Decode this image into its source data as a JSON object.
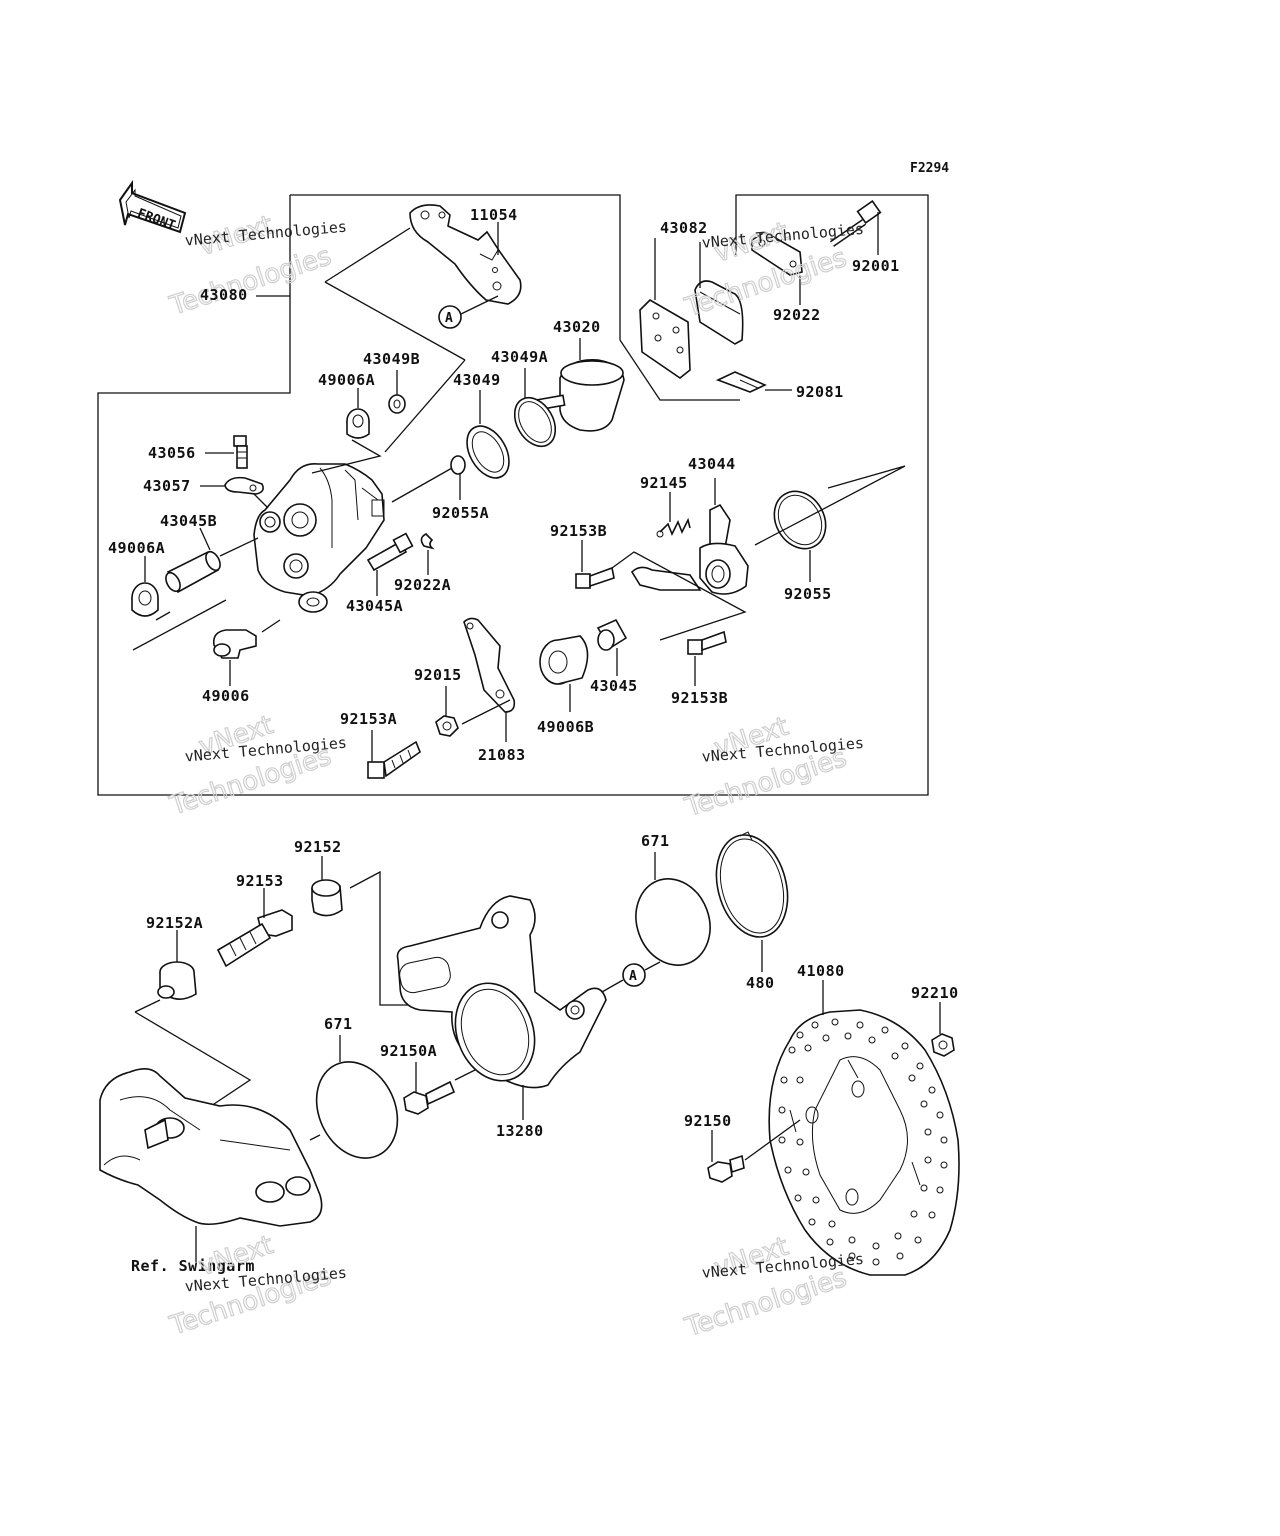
{
  "figure_code": "F2294",
  "front_label": "FRONT",
  "ref_label": "Ref. Swingarm",
  "watermark": {
    "line1": "vNext Technologies",
    "line2": "vNext",
    "line3": "Technologies"
  },
  "callouts": {
    "c11054": "11054",
    "c43080": "43080",
    "c43082": "43082",
    "c92001": "92001",
    "c92022": "92022",
    "c43020": "43020",
    "c92081": "92081",
    "c43049B": "43049B",
    "c49006A_top": "49006A",
    "c43049A": "43049A",
    "c43049": "43049",
    "c43056": "43056",
    "c43057": "43057",
    "c92055A": "92055A",
    "c43044": "43044",
    "c92145": "92145",
    "c43045B": "43045B",
    "c49006A_left": "49006A",
    "c92153B_top": "92153B",
    "c92022A": "92022A",
    "c43045A": "43045A",
    "c92055": "92055",
    "c49006": "49006",
    "c92015": "92015",
    "c43045": "43045",
    "c92153B_bot": "92153B",
    "c92153A": "92153A",
    "c49006B": "49006B",
    "c21083": "21083",
    "c92152": "92152",
    "c671_top": "671",
    "c92153": "92153",
    "c92152A": "92152A",
    "c480": "480",
    "c41080": "41080",
    "c92210": "92210",
    "c671_bot": "671",
    "c92150A": "92150A",
    "c13280": "13280",
    "c92150": "92150",
    "marker_a1": "A",
    "marker_a2": "A"
  }
}
